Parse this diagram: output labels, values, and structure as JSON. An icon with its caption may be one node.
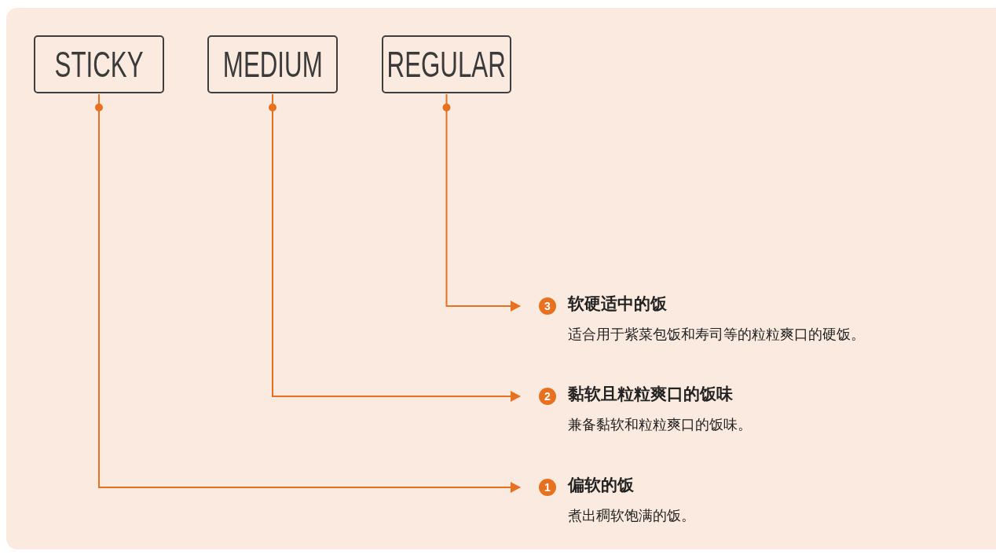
{
  "diagram": {
    "nodes": [
      {
        "text": [
          "STICKY"
        ]
      },
      {
        "text": [
          "MEDIUM"
        ]
      },
      {
        "text": [
          "REGULAR"
        ]
      },
      {
        "text": [
          "3",
          "软硬适中的饭",
          "适合用于紫菜包饭和寿司等的粒粒爽口的硬饭。"
        ]
      },
      {
        "text": [
          "2",
          "黏软且粒粒爽口的饭味",
          "兼备黏软和粒粒爽口的饭味。"
        ]
      },
      {
        "text": [
          "1",
          "偏软的饭",
          "煮出稠软饱满的饭。"
        ]
      }
    ],
    "edges": [
      {
        "from": 2,
        "to": 3,
        "arrow": "to"
      },
      {
        "from": 1,
        "to": 4,
        "arrow": "to"
      },
      {
        "from": 0,
        "to": 5,
        "arrow": "to"
      }
    ]
  }
}
